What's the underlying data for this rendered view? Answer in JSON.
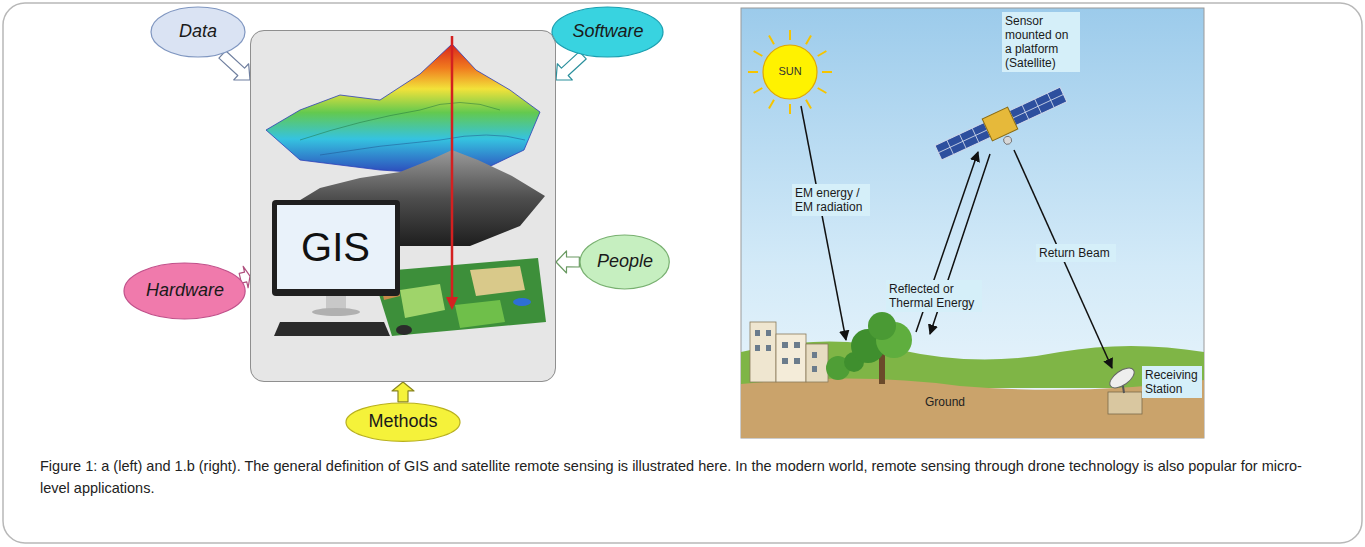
{
  "diagram": {
    "caption": "Figure 1: a (left) and 1.b (right). The general definition of GIS and satellite remote sensing is illustrated here. In the modern world, remote sensing through drone technology is also popular for micro-level applications.",
    "nodes": [
      {
        "text": [
          "Data"
        ]
      },
      {
        "text": [
          "Software"
        ]
      },
      {
        "text": [
          "GIS"
        ]
      },
      {
        "text": [
          "Hardware"
        ]
      },
      {
        "text": [
          "People"
        ]
      },
      {
        "text": [
          "Methods"
        ]
      },
      {
        "text": [
          "SUN"
        ]
      },
      {
        "text": [
          "Sensor mounted on a platform (Satellite)"
        ]
      },
      {
        "text": [
          "EM energy / EM radiation"
        ]
      },
      {
        "text": [
          "Reflected or Thermal Energy"
        ]
      },
      {
        "text": [
          "Return Beam"
        ]
      },
      {
        "text": [
          "Receiving Station"
        ]
      }
    ],
    "edges": [
      {
        "from": 0,
        "to": 2,
        "arrow": "to"
      },
      {
        "from": 1,
        "to": 2,
        "arrow": "to"
      },
      {
        "from": 3,
        "to": 2,
        "arrow": "to"
      },
      {
        "from": 4,
        "to": 2,
        "arrow": "to"
      },
      {
        "from": 5,
        "to": 2,
        "arrow": "to"
      }
    ],
    "labels": [
      "Ground"
    ]
  }
}
